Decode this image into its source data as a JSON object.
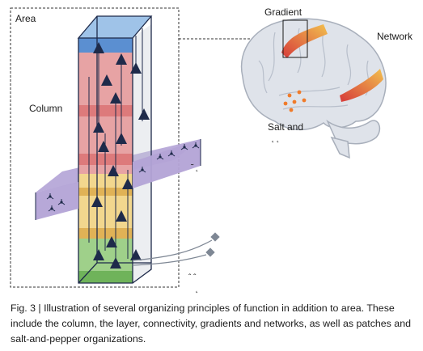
{
  "labels": {
    "area": "Area",
    "column": "Column",
    "gradient": "Gradient",
    "network": "Network",
    "salt_and": "Salt and",
    "fragment_a": "˛ ˛",
    "fragment_b": "˜ ˛",
    "fragment_c": "ˆ ˆ",
    "fragment_d": "˛"
  },
  "caption": "Fig. 3 | Illustration of several organizing principles of function in addition to area. These include the column, the layer, connectivity, gradients and networks, as well as patches and salt-and-pepper organizations.",
  "colors": {
    "column_top": "#5b8fd1",
    "layer_blue": "#9fc3e8",
    "layer_red": "#e7a3a4",
    "layer_red_band": "#d9686a",
    "layer_yellow": "#f2d78e",
    "layer_yellow_band": "#d9a23f",
    "layer_green": "#9fd08a",
    "layer_green_band": "#6fb35a",
    "purple_sheet": "#b3a3d6",
    "neuron": "#1e2a4a",
    "brain": "#dfe3ea",
    "brain_outline": "#a8afbb",
    "gradient_start": "#d63a3a",
    "gradient_end": "#f2c04e",
    "dots": "#f07b2a",
    "connector": "#7e8794"
  }
}
